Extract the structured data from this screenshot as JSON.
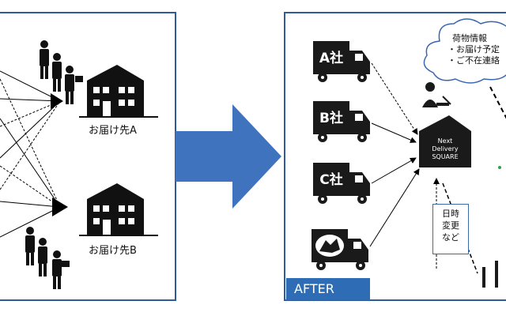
{
  "before_panel": {
    "dest_a_label": "お届け先A",
    "dest_b_label": "お届け先B"
  },
  "after_panel": {
    "badge_label": "AFTER",
    "truck_labels": [
      "A社",
      "B社",
      "C社"
    ],
    "hub_label_lines": [
      "Next",
      "Delivery",
      "SQUARE"
    ],
    "cloud_lines": [
      "荷物情報",
      "・お届け予定",
      "・ご不在連絡"
    ],
    "change_box_lines": [
      "日時",
      "変更",
      "など"
    ]
  },
  "colors": {
    "arrow_blue": "#3f73bd",
    "badge_blue": "#2e6db5",
    "frame_blue": "#2f5b9a",
    "cloud_border": "#3a66b0"
  }
}
